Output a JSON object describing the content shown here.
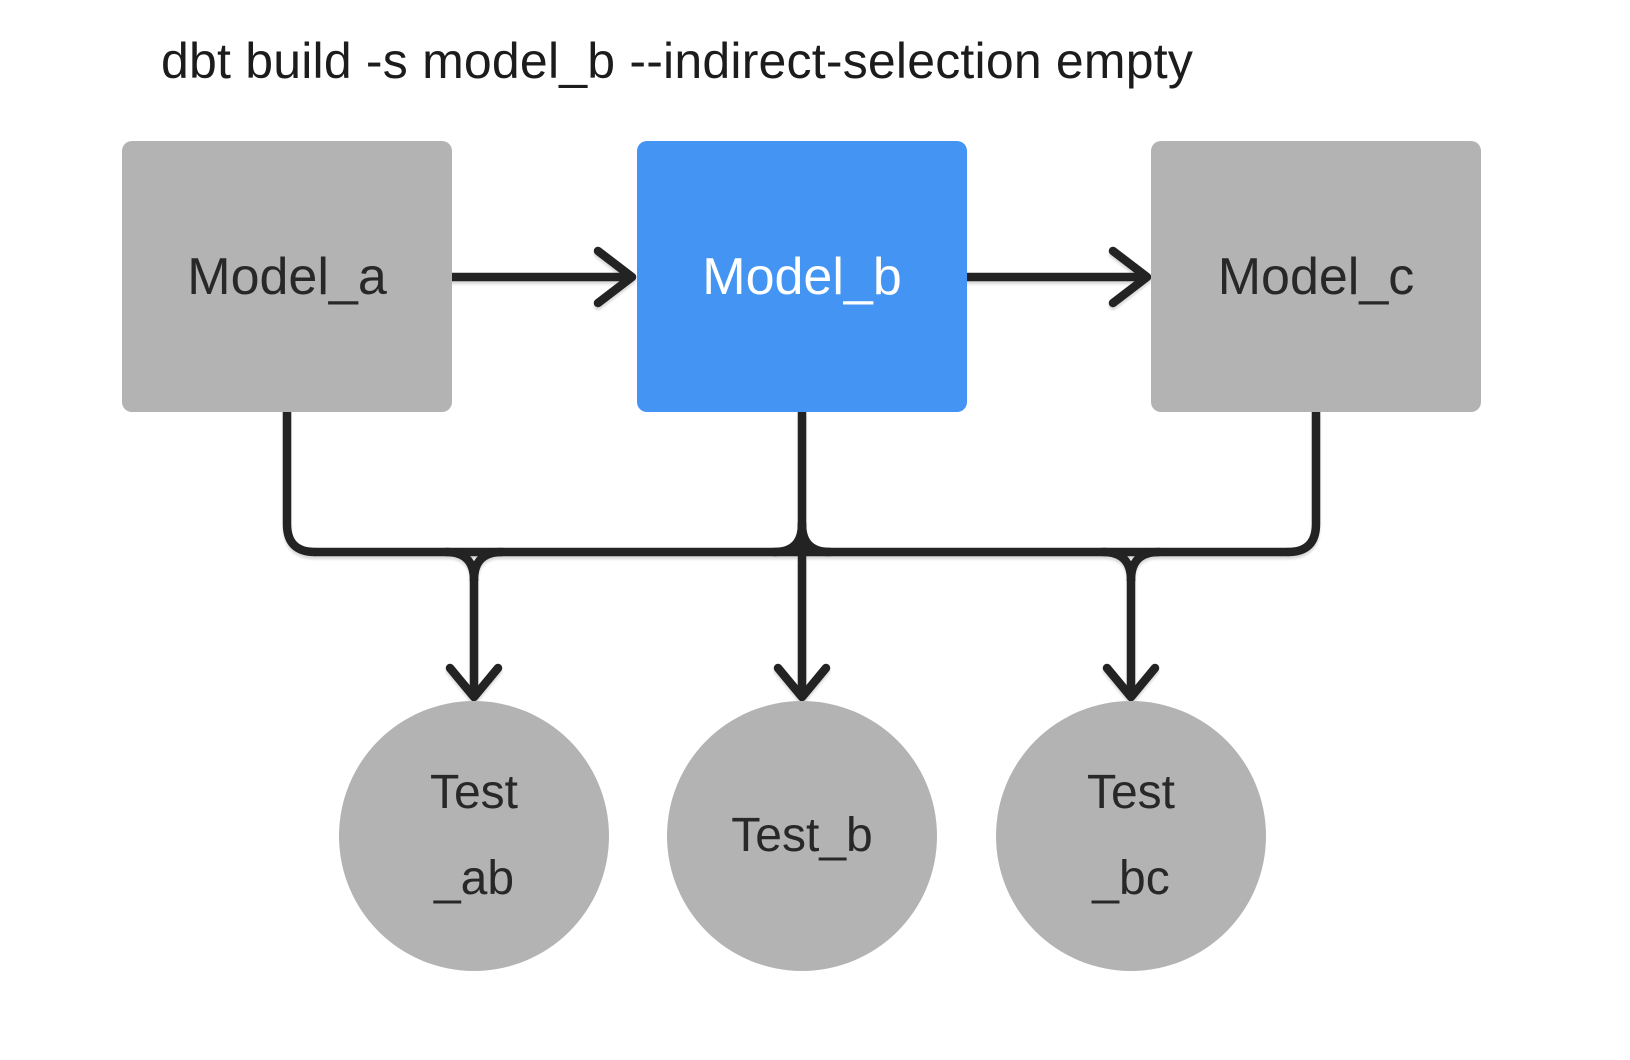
{
  "title": "dbt build -s model_b --indirect-selection empty",
  "colors": {
    "background": "#ffffff",
    "node_gray": "#b3b3b3",
    "node_selected_blue": "#4495f3",
    "edge_black": "#232323",
    "node_text_dark": "#282828",
    "selected_text": "#ffffff",
    "title_text": "#1c1c1c"
  },
  "models": [
    {
      "id": "model_a",
      "label": "Model_a",
      "state": "not-selected"
    },
    {
      "id": "model_b",
      "label": "Model_b",
      "state": "selected"
    },
    {
      "id": "model_c",
      "label": "Model_c",
      "state": "not-selected"
    }
  ],
  "tests": [
    {
      "id": "test_ab",
      "line1": "Test",
      "line2": "_ab"
    },
    {
      "id": "test_b",
      "line1": "Test_b"
    },
    {
      "id": "test_bc",
      "line1": "Test",
      "line2": "_bc"
    }
  ],
  "edges": [
    {
      "from": "model_a",
      "to": "model_b"
    },
    {
      "from": "model_b",
      "to": "model_c"
    },
    {
      "from": "model_a",
      "to": "test_ab"
    },
    {
      "from": "model_b",
      "to": "test_ab"
    },
    {
      "from": "model_b",
      "to": "test_b"
    },
    {
      "from": "model_b",
      "to": "test_bc"
    },
    {
      "from": "model_c",
      "to": "test_bc"
    }
  ]
}
